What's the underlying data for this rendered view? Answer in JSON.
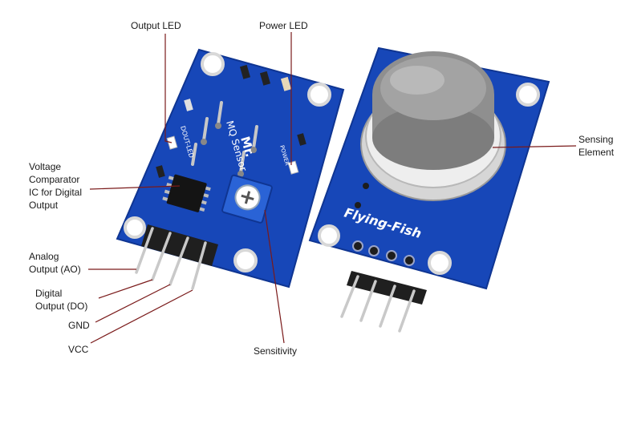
{
  "labels": {
    "output_led": "Output LED",
    "power_led": "Power LED",
    "voltage_comparator": [
      "Voltage",
      "Comparator",
      "IC for Digital",
      "Output"
    ],
    "analog_output": [
      "Analog",
      "Output (AO)"
    ],
    "digital_output": [
      "Digital",
      "Output (DO)"
    ],
    "gnd": "GND",
    "vcc": "VCC",
    "sensitivity": "Sensitivity",
    "sensing_element": [
      "Sensing",
      "Element"
    ]
  },
  "board_text": {
    "mq_brand": "Mr.",
    "mq_sensor": "MQ Sensor",
    "dout_led": "DOUT-LED",
    "power": "POWER",
    "brand": "Flying-Fish"
  },
  "colors": {
    "pcb": "#1747b8",
    "pcb_dark": "#0f3592",
    "leader": "#7a1a1a",
    "trimpot": "#2a63d6",
    "mesh": "#8f8f8f",
    "ring": "#d0d0d0"
  }
}
